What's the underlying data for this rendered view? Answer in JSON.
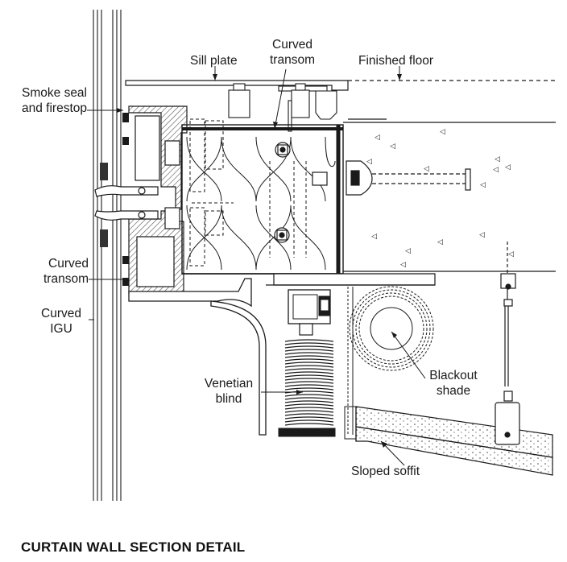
{
  "caption": "CURTAIN WALL SECTION DETAIL",
  "labels": {
    "sill_plate": "Sill plate",
    "curved_transom_top": [
      "Curved",
      "transom"
    ],
    "finished_floor": "Finished floor",
    "smoke_seal": [
      "Smoke seal",
      "and firestop"
    ],
    "curved_transom_left": [
      "Curved",
      "transom"
    ],
    "curved_igu": [
      "Curved",
      "IGU"
    ],
    "venetian_blind": [
      "Venetian",
      "blind"
    ],
    "blackout_shade": [
      "Blackout",
      "shade"
    ],
    "sloped_soffit": "Sloped soffit"
  },
  "colors": {
    "ink": "#1a1a1a",
    "background": "#ffffff",
    "hatch": "#555555"
  }
}
